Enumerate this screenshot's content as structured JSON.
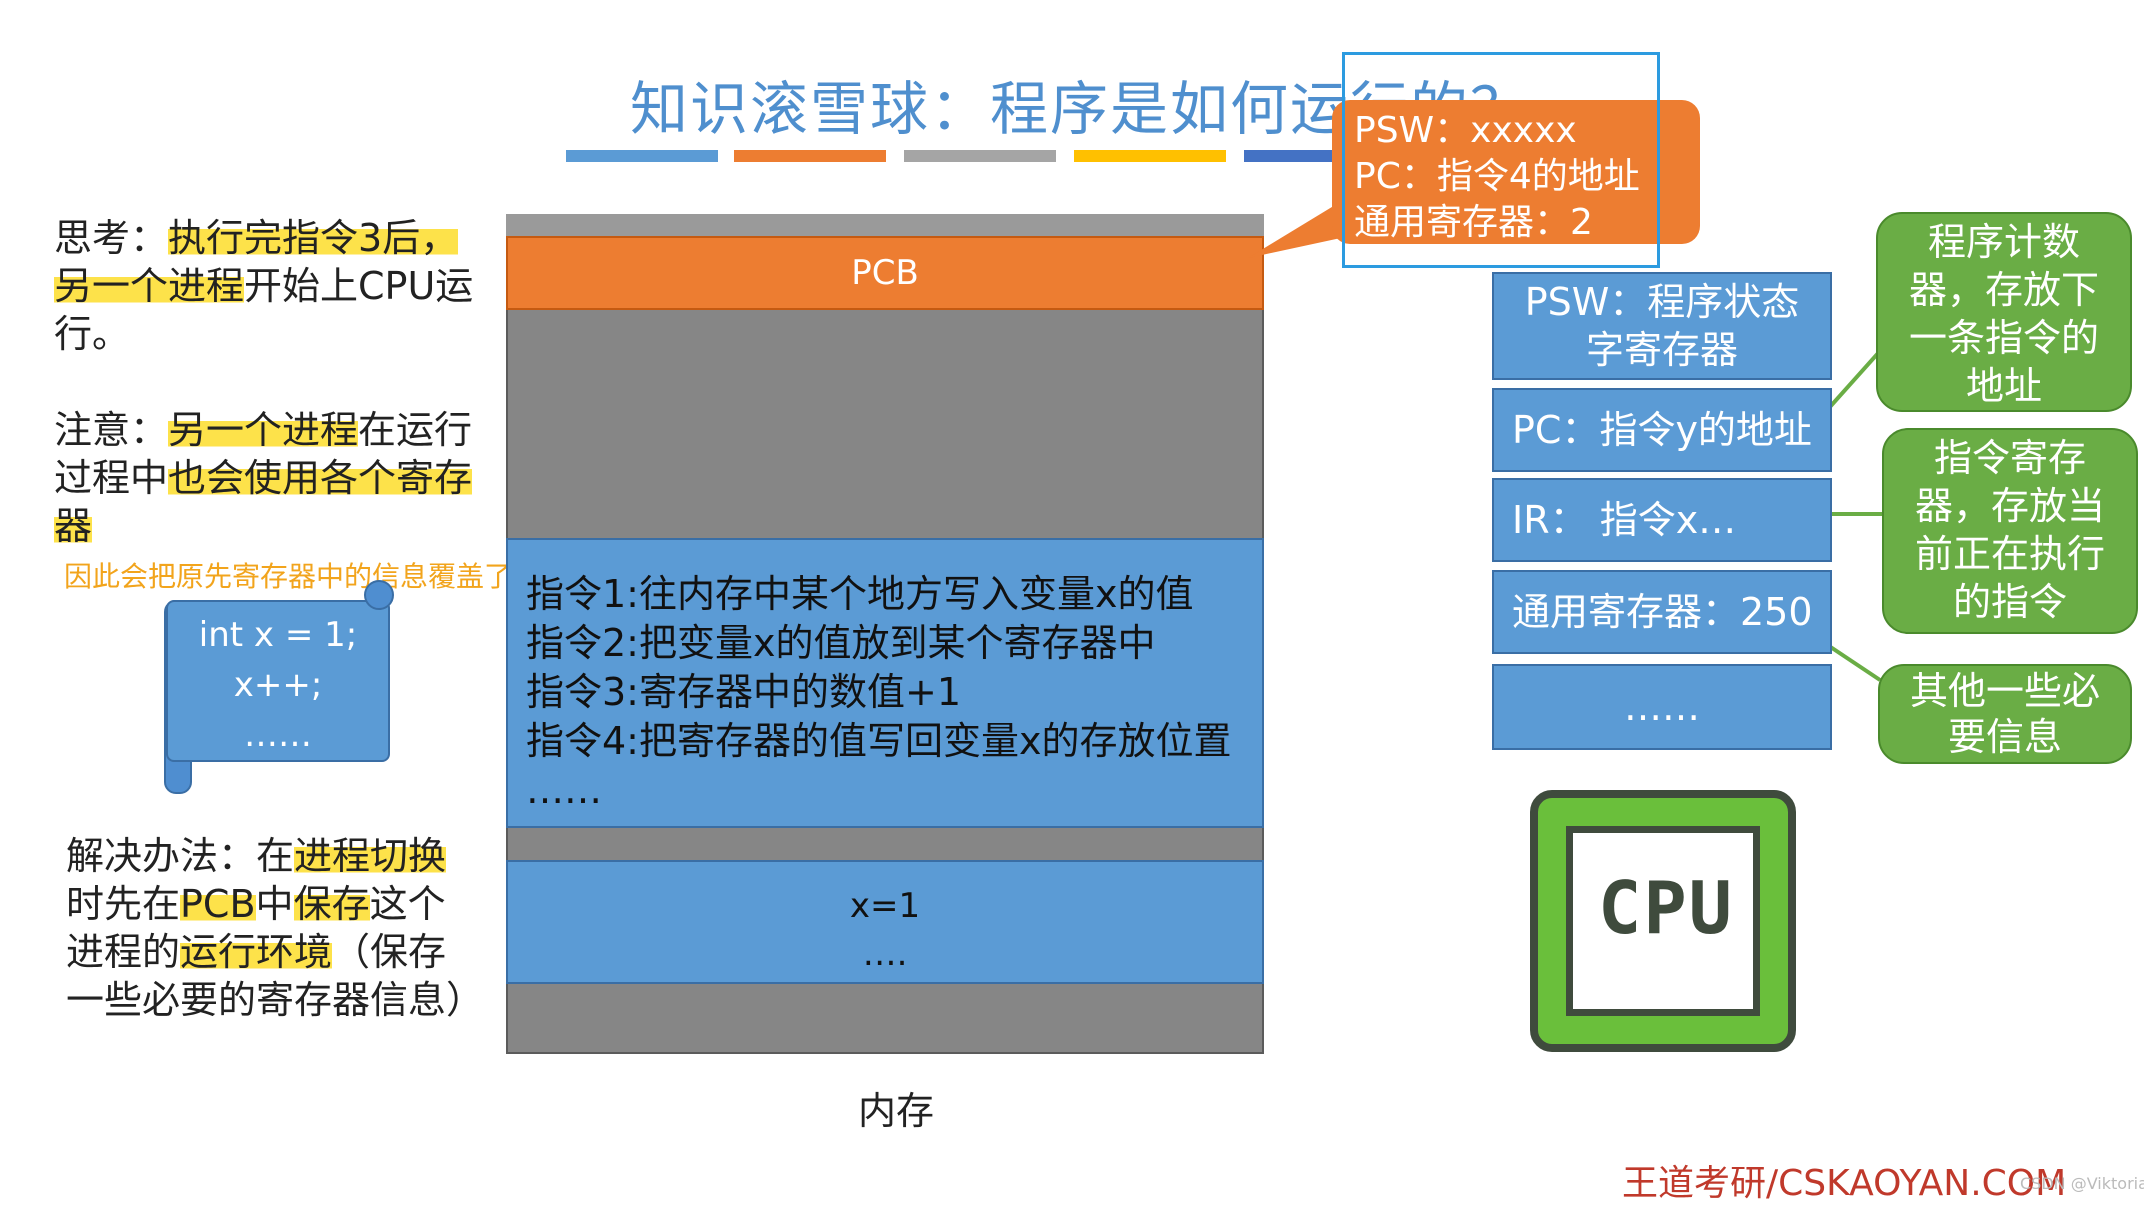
{
  "title": "知识滚雪球：程序是如何运行的？",
  "title_bars": [
    {
      "color": "#5b9bd5"
    },
    {
      "color": "#ed7d31"
    },
    {
      "color": "#a5a5a5"
    },
    {
      "color": "#ffc000"
    },
    {
      "color": "#4472c4"
    }
  ],
  "left_notes": {
    "think_label": "思考：",
    "think_hl1": "执行完指令3后，",
    "think_hl2": "另一个进程",
    "think_rest": "开始上CPU运行。",
    "note_label": "注意：",
    "note_hl1": "另一个进程",
    "note_mid": "在运行过程中",
    "note_hl2": "也会使用各个寄存器",
    "hint": "因此会把原先寄存器中的信息覆盖了",
    "solve_label": "解决办法：在",
    "solve_hl1": "进程切换",
    "solve_mid": "时先在",
    "solve_hl2": "PCB",
    "solve_mid2": "中",
    "solve_hl3": "保存",
    "solve_mid3": "这个进程的",
    "solve_hl4": "运行环境",
    "solve_tail": "（保存一些必要的寄存器信息）"
  },
  "scroll": {
    "lines": [
      "int x = 1;",
      "x++;",
      "……"
    ]
  },
  "memory": {
    "pcb_label": "PCB",
    "instructions": [
      "指令1:往内存中某个地方写入变量x的值",
      "指令2:把变量x的值放到某个寄存器中",
      "指令3:寄存器中的数值+1",
      "指令4:把寄存器的值写回变量x的存放位置",
      "……"
    ],
    "data_lines": [
      "x=1",
      "…."
    ],
    "label": "内存"
  },
  "callout": {
    "lines": [
      "PSW：xxxxx",
      "PC：指令4的地址",
      "通用寄存器：2"
    ]
  },
  "registers": [
    {
      "text": "PSW：程序状态字寄存器"
    },
    {
      "text": "PC：指令y的地址"
    },
    {
      "text": "IR：  指令x…"
    },
    {
      "text": "通用寄存器：250"
    },
    {
      "text": "……"
    }
  ],
  "bubbles": [
    {
      "text": "程序计数器，存放下一条指令的地址"
    },
    {
      "text": "指令寄存器，存放当前正在执行的指令"
    },
    {
      "text": "其他一些必要信息"
    }
  ],
  "cpu_label": "CPU",
  "footer": "王道考研/CSKAOYAN.COM",
  "watermark": "CSDN @Viktoriae"
}
